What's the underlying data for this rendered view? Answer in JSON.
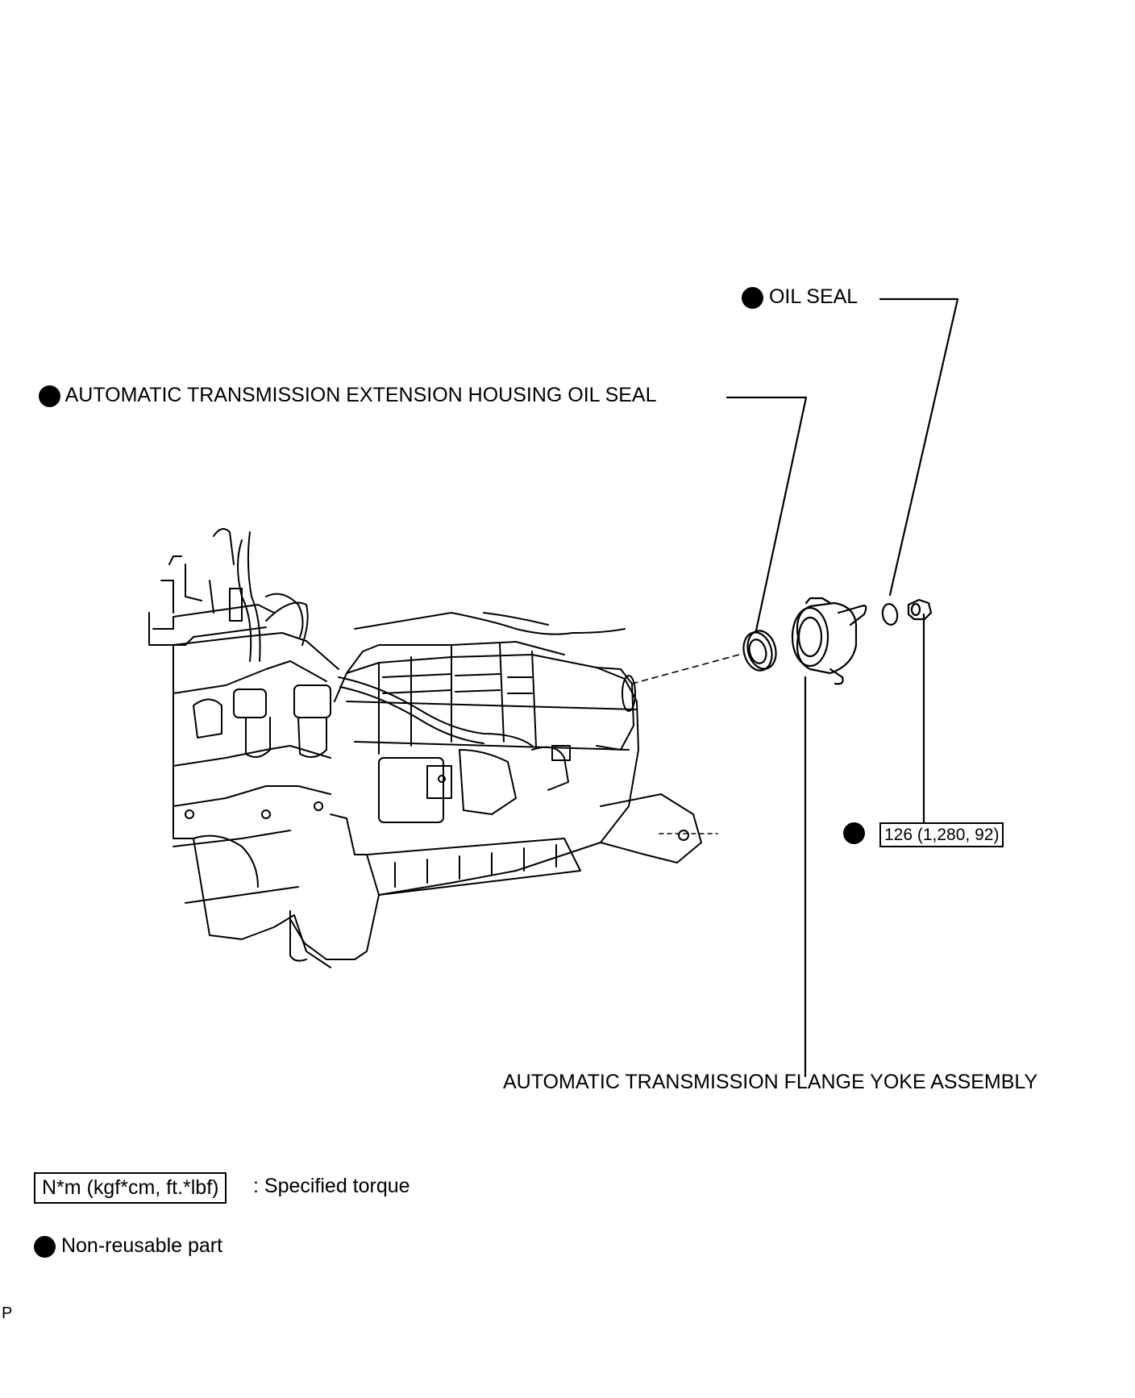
{
  "labels": {
    "oil_seal": "OIL SEAL",
    "extension_housing_oil_seal": "AUTOMATIC TRANSMISSION EXTENSION HOUSING OIL SEAL",
    "flange_yoke_assembly": "AUTOMATIC TRANSMISSION FLANGE YOKE ASSEMBLY",
    "torque_value": "126 (1,280, 92)"
  },
  "legend": {
    "torque_unit": "N*m (kgf*cm, ft.*lbf)",
    "torque_text": ": Specified torque",
    "non_reusable_text": "Non-reusable part"
  },
  "footer": {
    "mark": "P"
  },
  "icons": {
    "non_reusable": "filled-circle-icon"
  }
}
